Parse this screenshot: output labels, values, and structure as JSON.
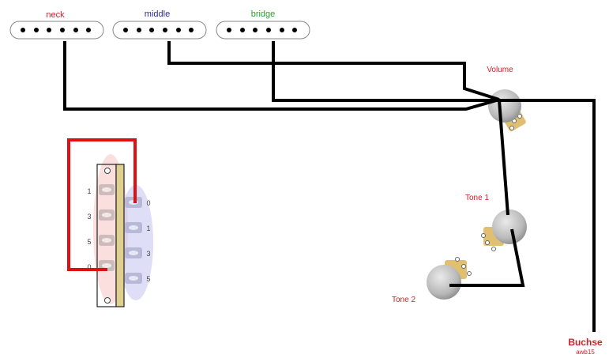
{
  "pickups": [
    {
      "label": "neck",
      "color": "#d0202a"
    },
    {
      "label": "middle",
      "color": "#2a2a9a"
    },
    {
      "label": "bridge",
      "color": "#2aa02a"
    }
  ],
  "pots": {
    "volume": {
      "label": "Volume",
      "color": "#d0202a"
    },
    "tone1": {
      "label": "Tone 1",
      "color": "#d0202a"
    },
    "tone2": {
      "label": "Tone 2",
      "color": "#d0202a"
    }
  },
  "jack": {
    "label": "Buchse",
    "sublabel": "awb15",
    "color": "#d0202a"
  },
  "switch": {
    "left_labels": [
      "1",
      "3",
      "5",
      "0"
    ],
    "right_labels": [
      "0",
      "1",
      "3",
      "5"
    ]
  },
  "colors": {
    "wire": "#000000",
    "jumper": "#dd1111"
  }
}
